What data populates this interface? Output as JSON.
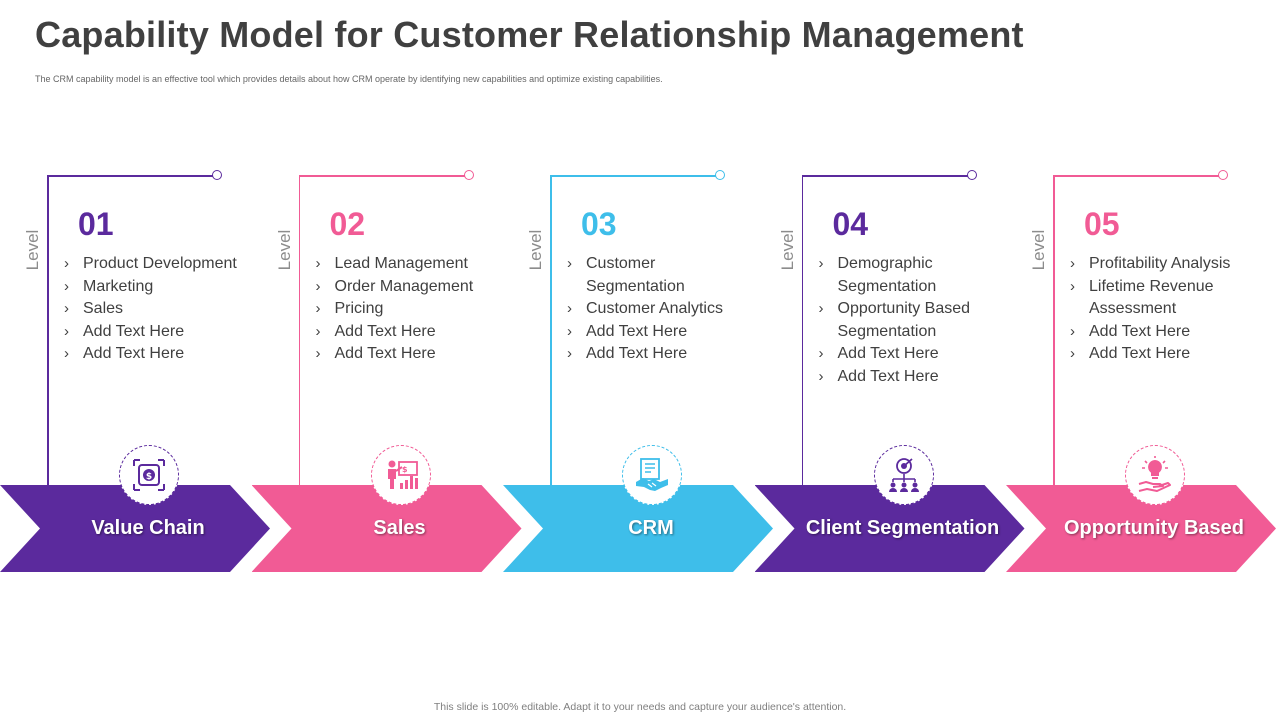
{
  "title": "Capability Model for Customer Relationship Management",
  "subtitle": "The CRM capability model is an effective tool which provides details about how CRM operate by identifying new capabilities and optimize existing capabilities.",
  "footer": "This slide is 100% editable. Adapt it to your needs and capture your audience's attention.",
  "level_word": "Level",
  "bullet_glyph": "›",
  "levels": [
    {
      "number": "01",
      "color": "#5b2a9d",
      "name": "Value Chain",
      "icon": "dollar-gear-icon",
      "items": [
        "Product Development",
        "Marketing",
        "Sales",
        "Add Text Here",
        "Add Text Here"
      ]
    },
    {
      "number": "02",
      "color": "#f15b95",
      "name": "Sales",
      "icon": "presenter-chart-icon",
      "items": [
        "Lead Management",
        "Order Management",
        "Pricing",
        "Add Text Here",
        "Add Text Here"
      ]
    },
    {
      "number": "03",
      "color": "#3ebeea",
      "name": "CRM",
      "icon": "handshake-document-icon",
      "items": [
        "Customer Segmentation",
        "Customer Analytics",
        "Add Text Here",
        "Add Text Here"
      ]
    },
    {
      "number": "04",
      "color": "#5b2a9d",
      "name": "Client Segmentation",
      "icon": "target-people-icon",
      "items": [
        "Demographic Segmentation",
        "Opportunity Based Segmentation",
        "Add Text Here",
        "Add Text Here"
      ]
    },
    {
      "number": "05",
      "color": "#f15b95",
      "name": "Opportunity Based",
      "icon": "bulb-hand-icon",
      "items": [
        "Profitability Analysis",
        "Lifetime Revenue Assessment",
        "Add Text Here",
        "Add Text Here"
      ]
    }
  ]
}
